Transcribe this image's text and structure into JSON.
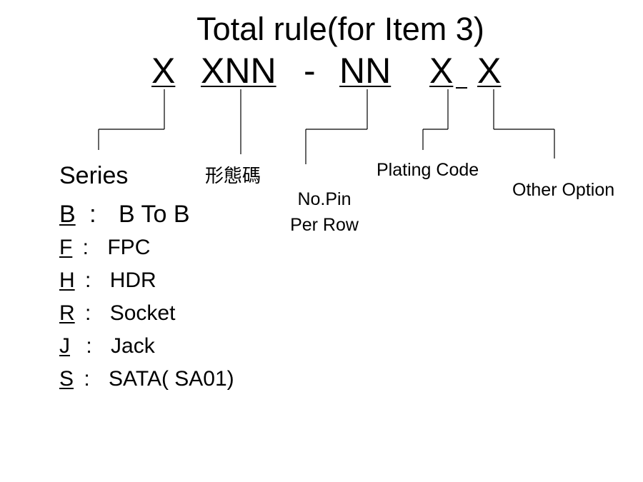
{
  "title": "Total rule(for Item 3)",
  "code": {
    "seg1": "X",
    "seg2": "XNN",
    "dash": "-",
    "seg3": "NN",
    "seg4": "X",
    "seg5": "X"
  },
  "labels": {
    "series": "Series",
    "form_code": "形態碼",
    "pin_line1": "No.Pin",
    "pin_line2": "Per Row",
    "plating": "Plating Code",
    "other": "Other Option"
  },
  "series_items": [
    {
      "letter": "B",
      "sep": ":",
      "desc": "B To B"
    },
    {
      "letter": "F",
      "sep": ":",
      "desc": "FPC"
    },
    {
      "letter": "H",
      "sep": ":",
      "desc": "HDR"
    },
    {
      "letter": "R",
      "sep": ":",
      "desc": "Socket"
    },
    {
      "letter": "J",
      "sep": ":",
      "desc": "Jack"
    },
    {
      "letter": "S",
      "sep": ":",
      "desc": "SATA( SA01)"
    }
  ]
}
